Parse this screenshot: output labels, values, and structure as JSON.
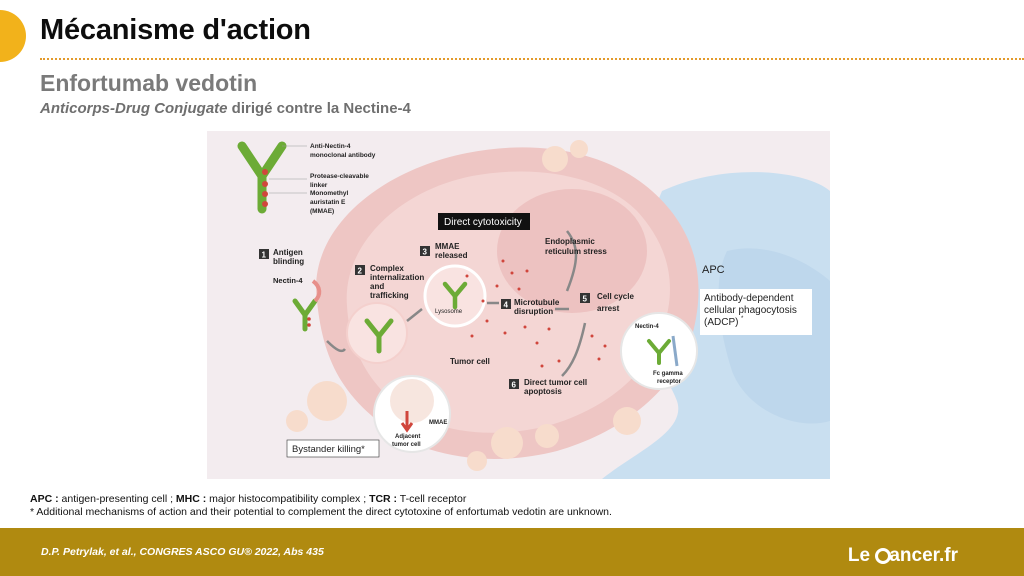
{
  "slide": {
    "title": "Mécanisme d'action",
    "subtitle": "Enfortumab vedotin",
    "subline_italic": "Anticorps-Drug Conjugate",
    "subline_rest": "dirigé contre la Nectine-4"
  },
  "diagram": {
    "legend": {
      "antibody": "Anti-Nectin-4",
      "antibody2": "monoclonal antibody",
      "linker": "Protease-cleavable",
      "linker2": "linker",
      "mmae": "Monomethyl",
      "mmae2": "auristatin E",
      "mmae3": "(MMAE)"
    },
    "direct_cytotoxicity": "Direct cytotoxicity",
    "steps": [
      {
        "num": "1",
        "line1": "Antigen",
        "line2": "blinding",
        "line3": ""
      },
      {
        "num": "2",
        "line1": "Complex",
        "line2": "internalization",
        "line3": "and",
        "line4": "trafficking"
      },
      {
        "num": "3",
        "line1": "MMAE",
        "line2": "released"
      },
      {
        "num": "4",
        "line1": "Microtubule",
        "line2": "disruption"
      },
      {
        "num": "5",
        "line1": "Cell cycle",
        "line2": "arrest"
      },
      {
        "num": "6",
        "line1": "Direct tumor cell",
        "line2": "apoptosis"
      }
    ],
    "labels": {
      "nectin4": "Nectin-4",
      "lysosome": "Lysosome",
      "er1": "Endoplasmic",
      "er2": "reticulum stress",
      "tumor_cell": "Tumor cell",
      "apc": "APC",
      "adcp1": "Antibody-dependent",
      "adcp2": "cellular phagocytosis",
      "adcp3": "(ADCP)",
      "adcp_star": "*",
      "nectin4_small": "Nectin-4",
      "fc1": "Fc gamma",
      "fc2": "receptor",
      "mmae_small": "MMAE",
      "adj1": "Adjacent",
      "adj2": "tumor cell",
      "bystander": "Bystander killing*"
    }
  },
  "footnotes": {
    "apc_abbr": "APC :",
    "apc_text": " antigen-presenting cell ; ",
    "mhc_abbr": "MHC :",
    "mhc_text": " major histocompatibility complex ; ",
    "tcr_abbr": "TCR :",
    "tcr_text": " T-cell receptor",
    "line2": "* Additional mechanisms of action and their potential to complement the direct cytotoxine of enfortumab vedotin are unknown."
  },
  "footer": {
    "citation": "D.P. Petrylak, et al., CONGRES ASCO GU® 2022, Abs 435",
    "logo_le": "Le ",
    "logo_rest": "ancer.fr"
  },
  "colors": {
    "accent": "#f2b21b",
    "footer": "#b08a10",
    "cell": "#eec6c4",
    "apc": "#c9dff0"
  }
}
